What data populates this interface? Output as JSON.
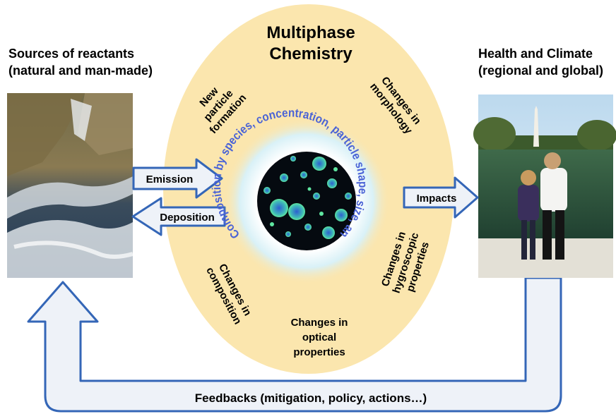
{
  "center_title": {
    "line1": "Multiphase",
    "line2": "Chemistry"
  },
  "left_heading": {
    "line1": "Sources of reactants",
    "line2": "(natural and man-made)"
  },
  "right_heading": {
    "line1": "Health and Climate",
    "line2": "(regional and global)"
  },
  "arrows": {
    "emission": "Emission",
    "deposition": "Deposition",
    "impacts": "Impacts"
  },
  "feedback_label": "Feedbacks (mitigation, policy, actions…)",
  "composition_arc": "Composition by species, concentration, particle shape, size, and acidity…",
  "processes": {
    "new_particle": {
      "l1": "New",
      "l2": "particle",
      "l3": "formation"
    },
    "morphology": {
      "l1": "Changes in",
      "l2": "morphology"
    },
    "hygroscopic": {
      "l1": "Changes in",
      "l2": "hygroscopic",
      "l3": "properties"
    },
    "optical": {
      "l1": "Changes in",
      "l2": "optical",
      "l3": "properties"
    },
    "composition": {
      "l1": "Changes in",
      "l2": "composition"
    }
  },
  "images": {
    "left": "satellite-smoke-image",
    "right": "children-reflecting-pool-photo",
    "center": "particle-micrograph"
  },
  "colors": {
    "ellipse": "#fbe6ae",
    "arrow_stroke": "#3466b7",
    "arrow_fill": "#eef2f8",
    "arc_text": "#4a63d6",
    "particle_bg": "#050a10",
    "particle": "#4fd6a0"
  }
}
